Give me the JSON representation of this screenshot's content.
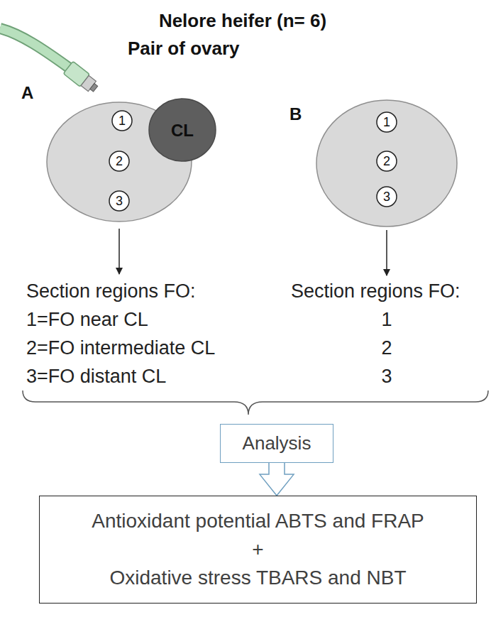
{
  "diagram": {
    "title": "Nelore heifer (n= 6)",
    "nodes": [
      {
        "text": [
          "A"
        ]
      },
      {
        "text": [
          "CL"
        ],
        "in": 0
      },
      {
        "text": [
          "1"
        ],
        "in": 0
      },
      {
        "text": [
          "2"
        ],
        "in": 0
      },
      {
        "text": [
          "3"
        ],
        "in": 0
      },
      {
        "text": [
          "B"
        ]
      },
      {
        "text": [
          "1"
        ],
        "in": 5
      },
      {
        "text": [
          "2"
        ],
        "in": 5
      },
      {
        "text": [
          "3"
        ],
        "in": 5
      },
      {
        "text": [
          "Analysis"
        ]
      },
      {
        "text": [
          "Antioxidant potential ABTS and FRAP",
          "+",
          "Oxidative stress TBARS and NBT"
        ]
      }
    ],
    "edges": [
      {
        "from": 9,
        "to": 10,
        "arrow": "to"
      }
    ],
    "labels": [
      "Pair of ovary",
      "Section regions FO:",
      "1=FO near CL",
      "2=FO intermediate CL",
      "3=FO distant CL",
      "Section regions FO:",
      "1",
      "2",
      "3"
    ]
  }
}
